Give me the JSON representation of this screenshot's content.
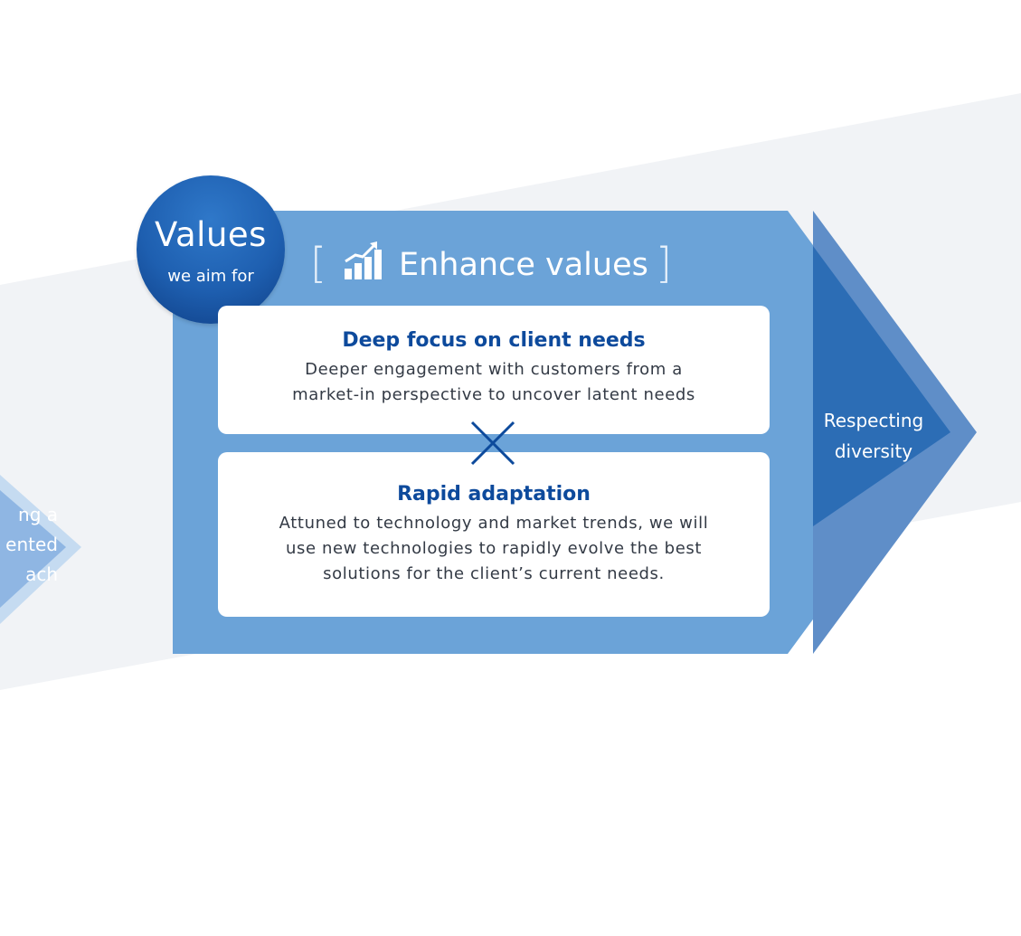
{
  "badge": {
    "title": "Values",
    "subtitle": "we aim for"
  },
  "heading": {
    "bracket_left": "[",
    "bracket_right": "]",
    "icon": "bar-chart-rising-icon",
    "text": "Enhance values"
  },
  "cards": [
    {
      "title": "Deep focus on client needs",
      "body": "Deeper engagement with customers from a\nmarket-in perspective to uncover latent needs"
    },
    {
      "title": "Rapid adaptation",
      "body": "Attuned to technology and market trends, we will\nuse new technologies to rapidly evolve the best\nsolutions for the client’s current needs."
    }
  ],
  "connector_icon": "cross-icon",
  "right_arrow": {
    "label": "Respecting\ndiversity"
  },
  "left_arrow": {
    "label": "ng a\nented\nach"
  },
  "colors": {
    "background_band": "#f1f3f6",
    "panel_blue": "#6ba3d8",
    "arrow_dark": "#2c6db5",
    "arrow_light": "#5f8ec8",
    "badge_blue": "#1e5fb0",
    "title_blue": "#0d4a9c",
    "body_text": "#333a45"
  }
}
